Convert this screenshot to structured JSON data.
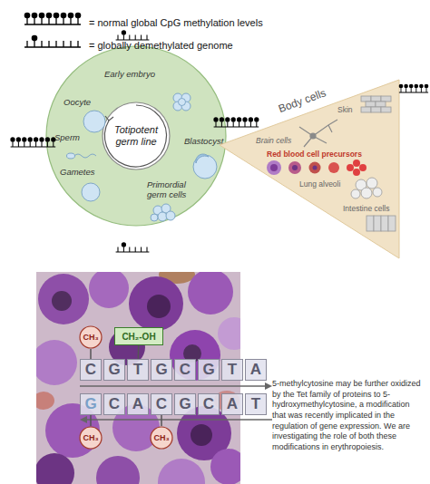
{
  "diagram": {
    "nodes": [
      {
        "text": [
          "Early embryo",
          "Oocyte",
          "Sperm",
          "Blastocyst",
          "Primordial germ cells",
          "Gametes"
        ]
      },
      {
        "text": [
          "Totipotent germ line"
        ],
        "in": 0
      },
      {
        "text": [
          "Body cells",
          "Skin",
          "Brain cells",
          "Red blood cell precursors",
          "Lung alveoli",
          "Intestine cells"
        ]
      },
      {
        "text": [
          "CH₃"
        ]
      },
      {
        "text": [
          "CH₂-OH"
        ]
      },
      {
        "text": [
          "C"
        ]
      },
      {
        "text": [
          "G"
        ]
      },
      {
        "text": [
          "T"
        ]
      },
      {
        "text": [
          "G"
        ]
      },
      {
        "text": [
          "C"
        ]
      },
      {
        "text": [
          "G"
        ]
      },
      {
        "text": [
          "T"
        ]
      },
      {
        "text": [
          "A"
        ]
      },
      {
        "text": [
          "G"
        ]
      },
      {
        "text": [
          "C"
        ]
      },
      {
        "text": [
          "A"
        ]
      },
      {
        "text": [
          "C"
        ]
      },
      {
        "text": [
          "G"
        ]
      },
      {
        "text": [
          "C"
        ]
      },
      {
        "text": [
          "A"
        ]
      },
      {
        "text": [
          "T"
        ]
      },
      {
        "text": [
          "CH₃"
        ]
      },
      {
        "text": [
          "CH₃"
        ]
      }
    ],
    "edges": [
      {
        "from": 3,
        "to": 5,
        "arrow": "none"
      },
      {
        "from": 4,
        "to": 7,
        "arrow": "none"
      },
      {
        "from": 21,
        "to": 13,
        "arrow": "none"
      },
      {
        "from": 22,
        "to": 16,
        "arrow": "none"
      }
    ],
    "labels": [
      "5-methylcytosine may be further oxidized by the Tet family of proteins to 5-hydroxymethylcytosine, a modification that was recently implicated in the regulation of gene expression. We are investigating the role of both these modifications in erythropoiesis."
    ],
    "legend": [
      {
        "text": "= normal global CpG methylation levels"
      },
      {
        "text": "= globally demethylated genome"
      }
    ]
  }
}
